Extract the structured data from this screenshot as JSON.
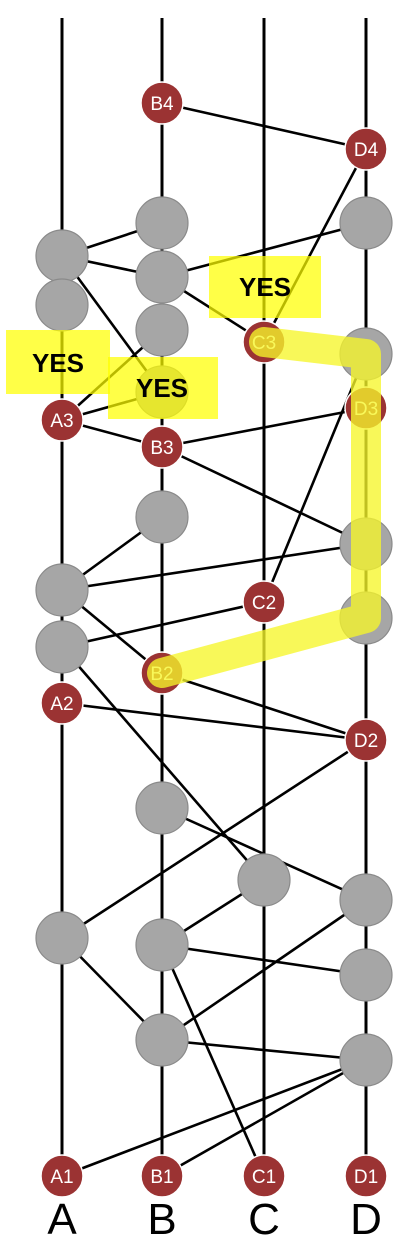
{
  "axis_labels": {
    "A": "A",
    "B": "B",
    "C": "C",
    "D": "D"
  },
  "events": {
    "A1": "A1",
    "A2": "A2",
    "A3": "A3",
    "B1": "B1",
    "B2": "B2",
    "B3": "B3",
    "B4": "B4",
    "C1": "C1",
    "C2": "C2",
    "C3": "C3",
    "D1": "D1",
    "D2": "D2",
    "D3": "D3",
    "D4": "D4"
  },
  "annotations": {
    "yes_a3": "YES",
    "yes_b3": "YES",
    "yes_c3": "YES"
  },
  "colors": {
    "event_node": "#9b3333",
    "plain_node": "#a6a6a6",
    "highlight": "#ffff00"
  }
}
